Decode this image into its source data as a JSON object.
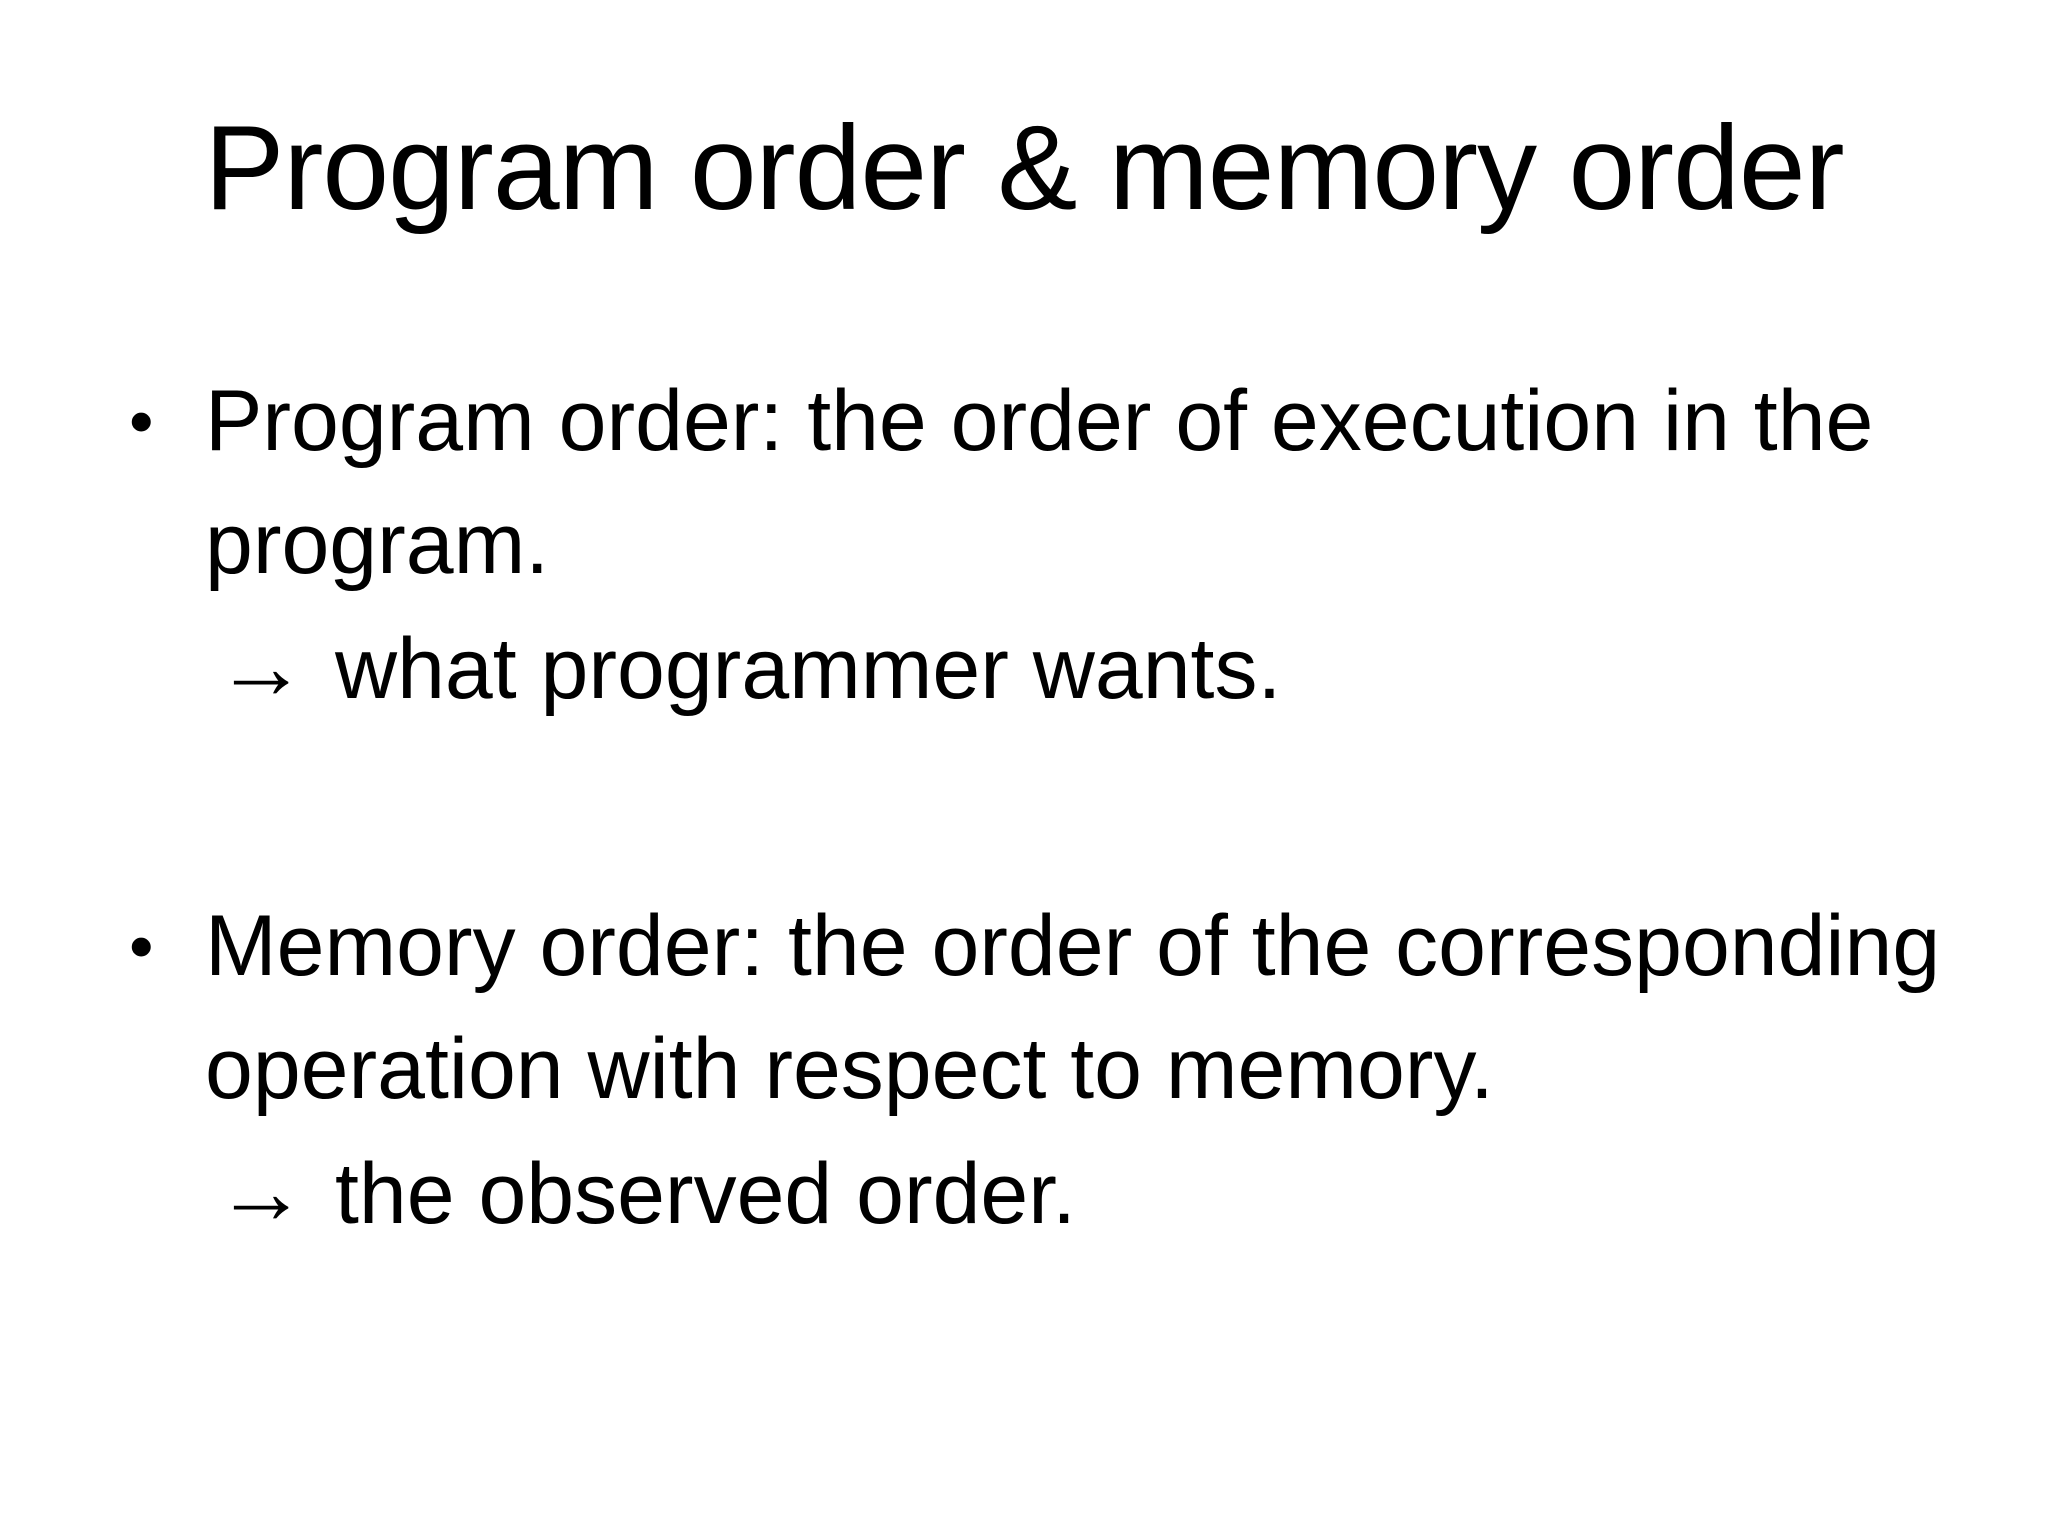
{
  "slide": {
    "title": "Program order & memory order",
    "bullet_glyph": "•",
    "arrow_glyph": "→",
    "bullets": [
      {
        "text": "Program order: the order of execution in the program.",
        "arrow_text": "what programmer wants."
      },
      {
        "text": "Memory order: the order of the corresponding operation with respect to memory.",
        "arrow_text": "the observed order."
      }
    ],
    "colors": {
      "background": "#ffffff",
      "text": "#000000"
    }
  }
}
